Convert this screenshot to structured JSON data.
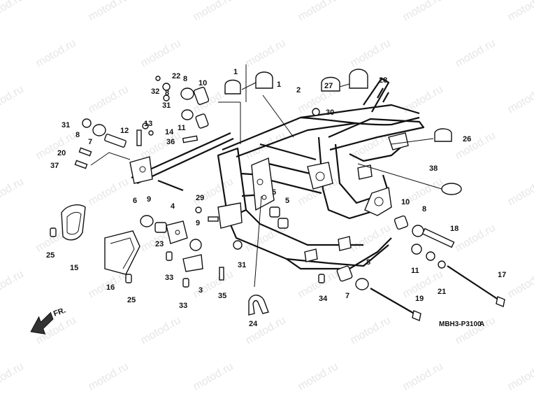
{
  "watermark": "motod.ru",
  "diagram_code": "MBH3-P3100",
  "diagram_code_suffix": "A",
  "front_label": "FR.",
  "callouts": [
    "1",
    "1",
    "2",
    "3",
    "4",
    "5",
    "5",
    "6",
    "7",
    "7",
    "8",
    "8",
    "8",
    "8",
    "8",
    "9",
    "9",
    "10",
    "10",
    "11",
    "11",
    "12",
    "13",
    "14",
    "15",
    "16",
    "17",
    "18",
    "19",
    "20",
    "21",
    "22",
    "23",
    "24",
    "25",
    "25",
    "26",
    "27",
    "28",
    "29",
    "30",
    "31",
    "31",
    "31",
    "32",
    "33",
    "33",
    "34",
    "35",
    "36",
    "37",
    "38"
  ]
}
